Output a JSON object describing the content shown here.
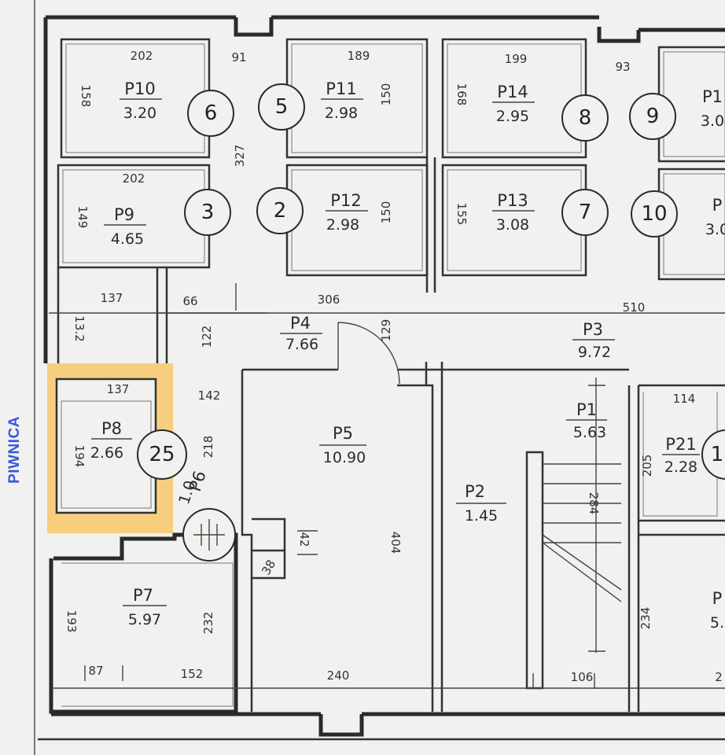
{
  "side_label": "PIWNICA",
  "colors": {
    "highlight": "#f7c86a",
    "side_label": "#3a57d6"
  },
  "rooms": {
    "p10": {
      "name": "P10",
      "area": "3.20"
    },
    "p11": {
      "name": "P11",
      "area": "2.98"
    },
    "p14": {
      "name": "P14",
      "area": "2.95"
    },
    "p15": {
      "name": "P1",
      "area": "3.0"
    },
    "p9": {
      "name": "P9",
      "area": "4.65"
    },
    "p12": {
      "name": "P12",
      "area": "2.98"
    },
    "p13": {
      "name": "P13",
      "area": "3.08"
    },
    "p16": {
      "name": "P",
      "area": "3.0"
    },
    "p4": {
      "name": "P4",
      "area": "7.66"
    },
    "p3": {
      "name": "P3",
      "area": "9.72"
    },
    "p1": {
      "name": "P1",
      "area": "5.63"
    },
    "p8": {
      "name": "P8",
      "area": "2.66"
    },
    "p5": {
      "name": "P5",
      "area": "10.90"
    },
    "p2": {
      "name": "P2",
      "area": "1.45"
    },
    "p21": {
      "name": "P21",
      "area": "2.28"
    },
    "p6": {
      "name": "P6",
      "area": "1.0"
    },
    "p7": {
      "name": "P7",
      "area": "5.97"
    },
    "p22": {
      "name": "P",
      "area": "5."
    }
  },
  "markers": [
    "6",
    "5",
    "8",
    "9",
    "3",
    "2",
    "7",
    "10",
    "25",
    "1"
  ],
  "dims": {
    "d202a": "202",
    "d91": "91",
    "d189": "189",
    "d199": "199",
    "d93": "93",
    "d158": "158",
    "d327": "327",
    "d150a": "150",
    "d168": "168",
    "d202b": "202",
    "d149": "149",
    "d150b": "150",
    "d155": "155",
    "d137a": "137",
    "d66": "66",
    "d306": "306",
    "d510": "510",
    "d132": "13.2",
    "d122": "122",
    "d129": "129",
    "d137b": "137",
    "d142": "142",
    "d114": "114",
    "d194": "194",
    "d218": "218",
    "d205": "205",
    "d404": "404",
    "d284": "284",
    "d42": "42",
    "d38": "38",
    "d193": "193",
    "d232": "232",
    "d234": "234",
    "d87": "87",
    "d152": "152",
    "d240": "240",
    "d106": "106",
    "d2": "2"
  }
}
